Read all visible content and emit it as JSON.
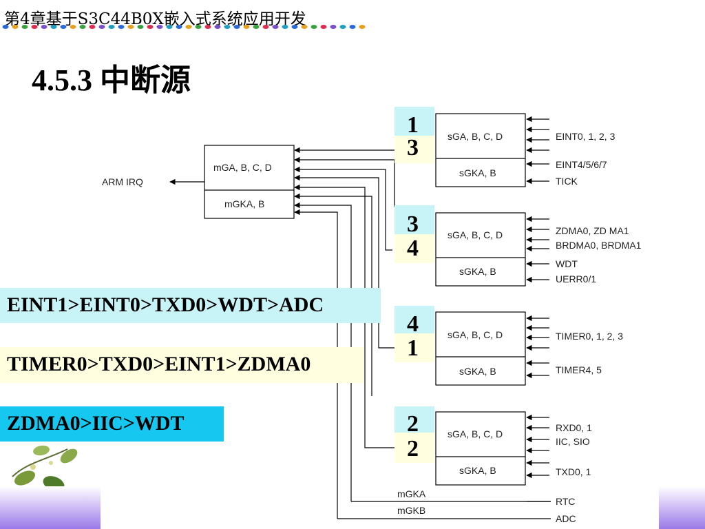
{
  "header": {
    "chapter_title": "第4章基于S3C44B0X嵌入式系统应用开发",
    "slide_title": "4.5.3   中断源"
  },
  "diagram": {
    "output_label": "ARM IRQ",
    "master": {
      "top": "mGA, B, C, D",
      "bottom": "mGKA, B"
    },
    "groups": [
      {
        "top": "sGA, B, C, D",
        "bottom": "sGKA, B",
        "num_back": "1",
        "num_front": "3",
        "signals": [
          "EINT0, 1, 2, 3",
          "EINT4/5/6/7",
          "TICK"
        ]
      },
      {
        "top": "sGA, B, C, D",
        "bottom": "sGKA, B",
        "num_back": "3",
        "num_front": "4",
        "signals": [
          "ZDMA0, ZD MA1",
          "BRDMA0, BRDMA1",
          "WDT",
          "UERR0/1"
        ]
      },
      {
        "top": "sGA, B, C, D",
        "bottom": "sGKA, B",
        "num_back": "4",
        "num_front": "1",
        "signals": [
          "TIMER0, 1, 2, 3",
          "TIMER4, 5"
        ]
      },
      {
        "top": "sGA, B, C, D",
        "bottom": "sGKA, B",
        "num_back": "2",
        "num_front": "2",
        "signals": [
          "RXD0, 1",
          "IIC, SIO",
          "TXD0, 1"
        ]
      }
    ],
    "direct_lines": [
      {
        "line_label": "mGKA",
        "signal": "RTC"
      },
      {
        "line_label": "mGKB",
        "signal": "ADC"
      }
    ]
  },
  "banners": [
    "EINT1>EINT0>TXD0>WDT>ADC",
    "TIMER0>TXD0>EINT1>ZDMA0",
    "ZDMA0>IIC>WDT"
  ],
  "colors": {
    "cyan_light": "#c8f4f8",
    "yellow_light": "#ffffe0",
    "cyan_strong": "#16c8f0",
    "purple_band": "#9a7ae8"
  },
  "icons": [
    "leaf-decoration-icon",
    "dotted-rule-icon"
  ]
}
